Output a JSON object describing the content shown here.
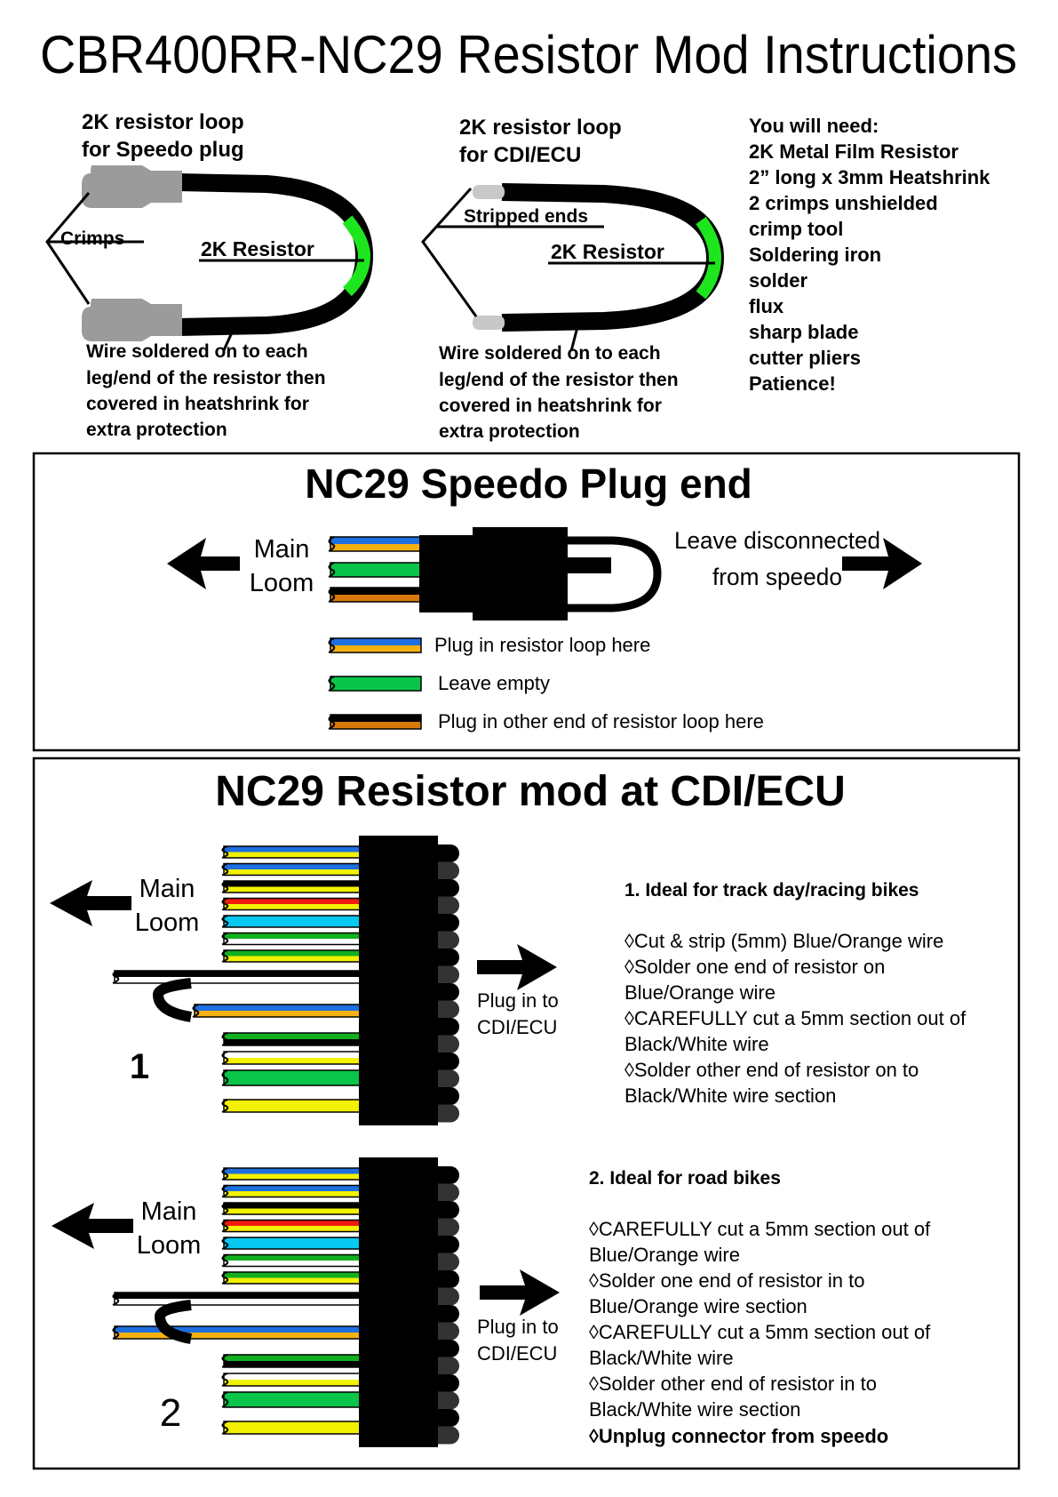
{
  "page": {
    "title": "CBR400RR-NC29 Resistor Mod Instructions"
  },
  "loop_speedo": {
    "heading": [
      "2K resistor loop",
      "for Speedo plug"
    ],
    "crimps_label": "Crimps",
    "resistor_label": "2K Resistor",
    "note": [
      "Wire soldered on to each",
      "leg/end of the resistor then",
      "covered in heatshrink for",
      "extra protection"
    ]
  },
  "loop_cdi": {
    "heading": [
      "2K resistor loop",
      "for CDI/ECU"
    ],
    "stripped_label": "Stripped ends",
    "resistor_label": "2K Resistor",
    "note": [
      "Wire soldered on to each",
      "leg/end of the resistor then",
      "covered in heatshrink for",
      "extra protection"
    ]
  },
  "materials": {
    "heading": "You will need:",
    "items": [
      "2K Metal Film Resistor",
      "2” long x 3mm Heatshrink",
      "2 crimps unshielded",
      "crimp tool",
      "Soldering iron",
      "solder",
      "flux",
      "sharp blade",
      "cutter pliers",
      "Patience!"
    ]
  },
  "speedo_section": {
    "title": "NC29 Speedo Plug end",
    "main_loom": [
      "Main",
      "Loom"
    ],
    "leave_disconnected": [
      "Leave disconnected",
      "from speedo"
    ],
    "legend": [
      {
        "colors": [
          "#1e6fe0",
          "#f5b10f"
        ],
        "label": "Plug in resistor loop here"
      },
      {
        "colors": [
          "#0bc44a"
        ],
        "label": "Leave empty"
      },
      {
        "colors": [
          "#000000",
          "#d9780a"
        ],
        "label": "Plug in other end of resistor loop here"
      }
    ]
  },
  "cdi_section": {
    "title": "NC29 Resistor mod at CDI/ECU",
    "main_loom": [
      "Main",
      "Loom"
    ],
    "plug_in": [
      "Plug in to",
      "CDI/ECU"
    ],
    "method1": {
      "number": "1",
      "heading": "1. Ideal for track day/racing bikes",
      "steps": [
        "◊Cut & strip (5mm) Blue/Orange wire",
        "◊Solder one end of resistor on",
        "Blue/Orange wire",
        "◊CAREFULLY cut a 5mm section out of",
        "Black/White wire",
        "◊Solder other end of resistor on to",
        "Black/White wire section"
      ]
    },
    "method2": {
      "number": "2",
      "heading": "2. Ideal for road bikes",
      "steps": [
        "◊CAREFULLY cut a 5mm section out of",
        "Blue/Orange wire",
        "◊Solder one end of resistor in to",
        "Blue/Orange wire section",
        "◊CAREFULLY cut a 5mm section out of",
        "Black/White wire",
        "◊Solder other end of resistor in to",
        "Black/White wire section"
      ],
      "final_step": "◊Unplug connector from speedo"
    }
  },
  "colors": {
    "resistor_green": "#1ee61e",
    "crimp_gray": "#9b9b9b",
    "stripped_gray": "#c8c8c8",
    "connector_black": "#000000",
    "pin_dark": "#333333",
    "blue": "#1e6fe0",
    "yellow": "#f2f200",
    "red": "#f21a0f",
    "cyan": "#06c8f0",
    "green": "#12b01e",
    "bright_green": "#0bc44a",
    "orange": "#f5b10f",
    "brown_orange": "#d9780a",
    "white": "#ffffff",
    "black": "#000000"
  },
  "cdi_wires_top": [
    [
      "blue",
      "yellow"
    ],
    [
      "blue",
      "yellow"
    ],
    [
      "black",
      "yellow"
    ],
    [
      "red",
      "yellow"
    ],
    [
      "cyan"
    ],
    [
      "green",
      "white"
    ],
    [
      "green",
      "yellow"
    ]
  ],
  "cdi_wires_bottom": [
    [
      "green",
      "black"
    ],
    [
      "white",
      "yellow"
    ],
    [
      "bright_green"
    ],
    [
      "yellow"
    ]
  ]
}
